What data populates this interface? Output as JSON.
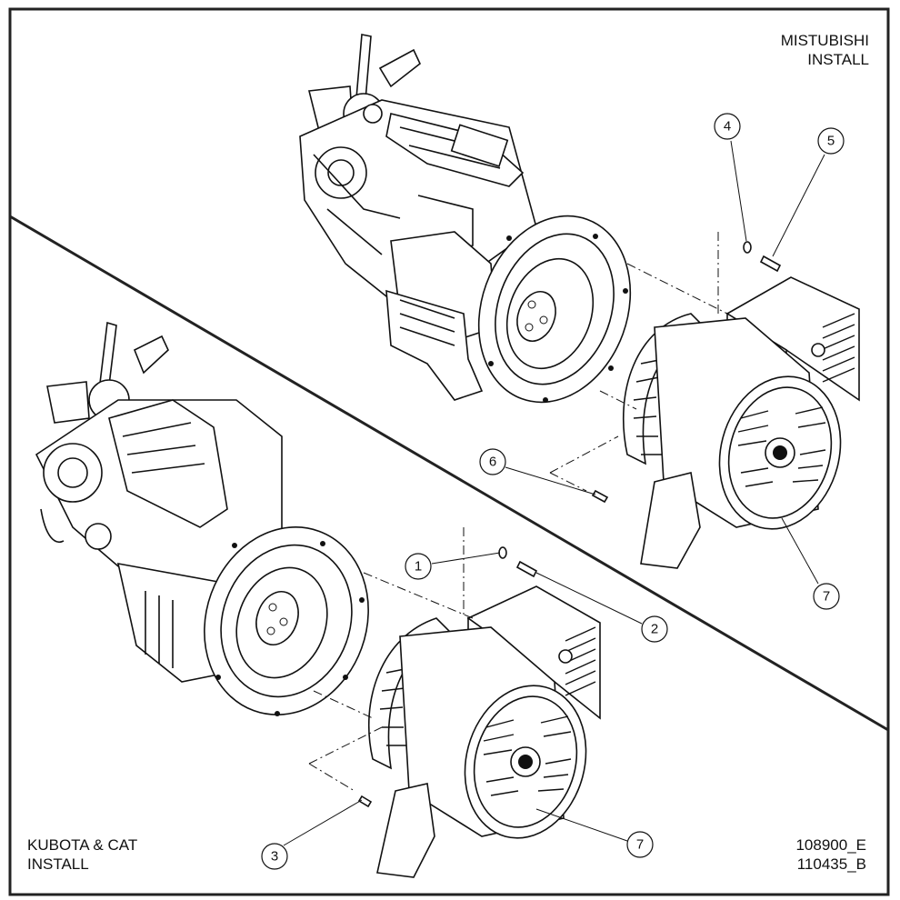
{
  "labels": {
    "top_right_line1": "MISTUBISHI",
    "top_right_line2": "INSTALL",
    "bottom_left_line1": "KUBOTA & CAT",
    "bottom_left_line2": "INSTALL",
    "doc_number_1": "108900_E",
    "doc_number_2": "110435_B"
  },
  "callouts": {
    "c1": "1",
    "c2": "2",
    "c3": "3",
    "c4": "4",
    "c5": "5",
    "c6": "6",
    "c7_top": "7",
    "c7_bottom": "7"
  }
}
